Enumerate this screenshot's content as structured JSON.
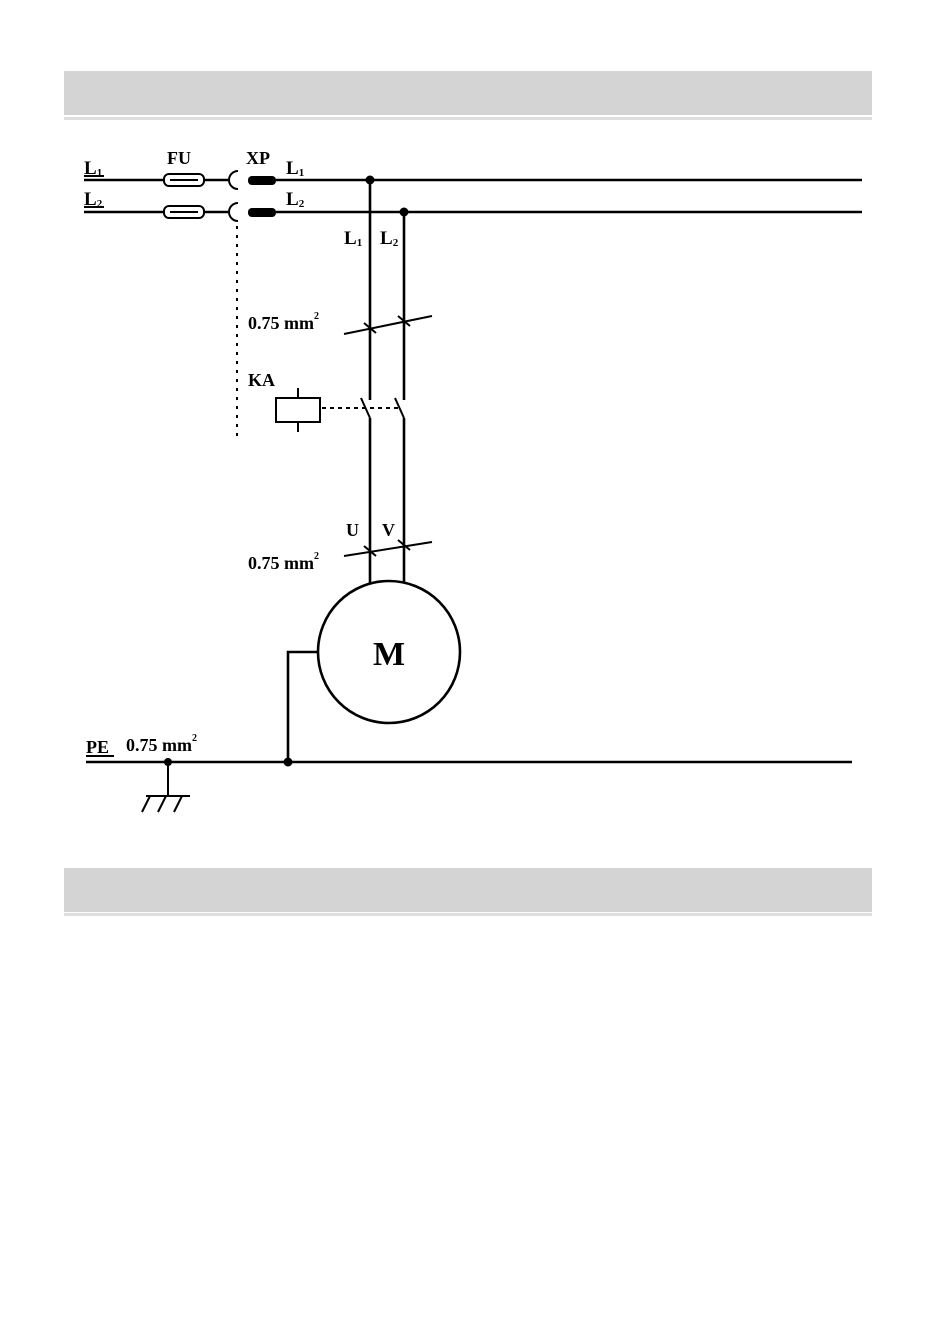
{
  "labels": {
    "supply_l1": "L",
    "supply_l1_sub": "1",
    "supply_l2": "L",
    "supply_l2_sub": "2",
    "fuse": "FU",
    "plug": "XP",
    "plug_l1": "L",
    "plug_l1_sub": "1",
    "plug_l2": "L",
    "plug_l2_sub": "2",
    "branch_l1": "L",
    "branch_l1_sub": "1",
    "branch_l2": "L",
    "branch_l2_sub": "2",
    "cable_upper": "0.75 mm",
    "cable_upper_sup": "2",
    "relay": "KA",
    "terminal_u": "U",
    "terminal_v": "V",
    "cable_lower": "0.75 mm",
    "cable_lower_sup": "2",
    "motor": "M",
    "pe": "PE",
    "pe_cable": "0.75 mm",
    "pe_cable_sup": "2"
  },
  "colors": {
    "band": "#d4d4d4",
    "line": "#000000"
  }
}
